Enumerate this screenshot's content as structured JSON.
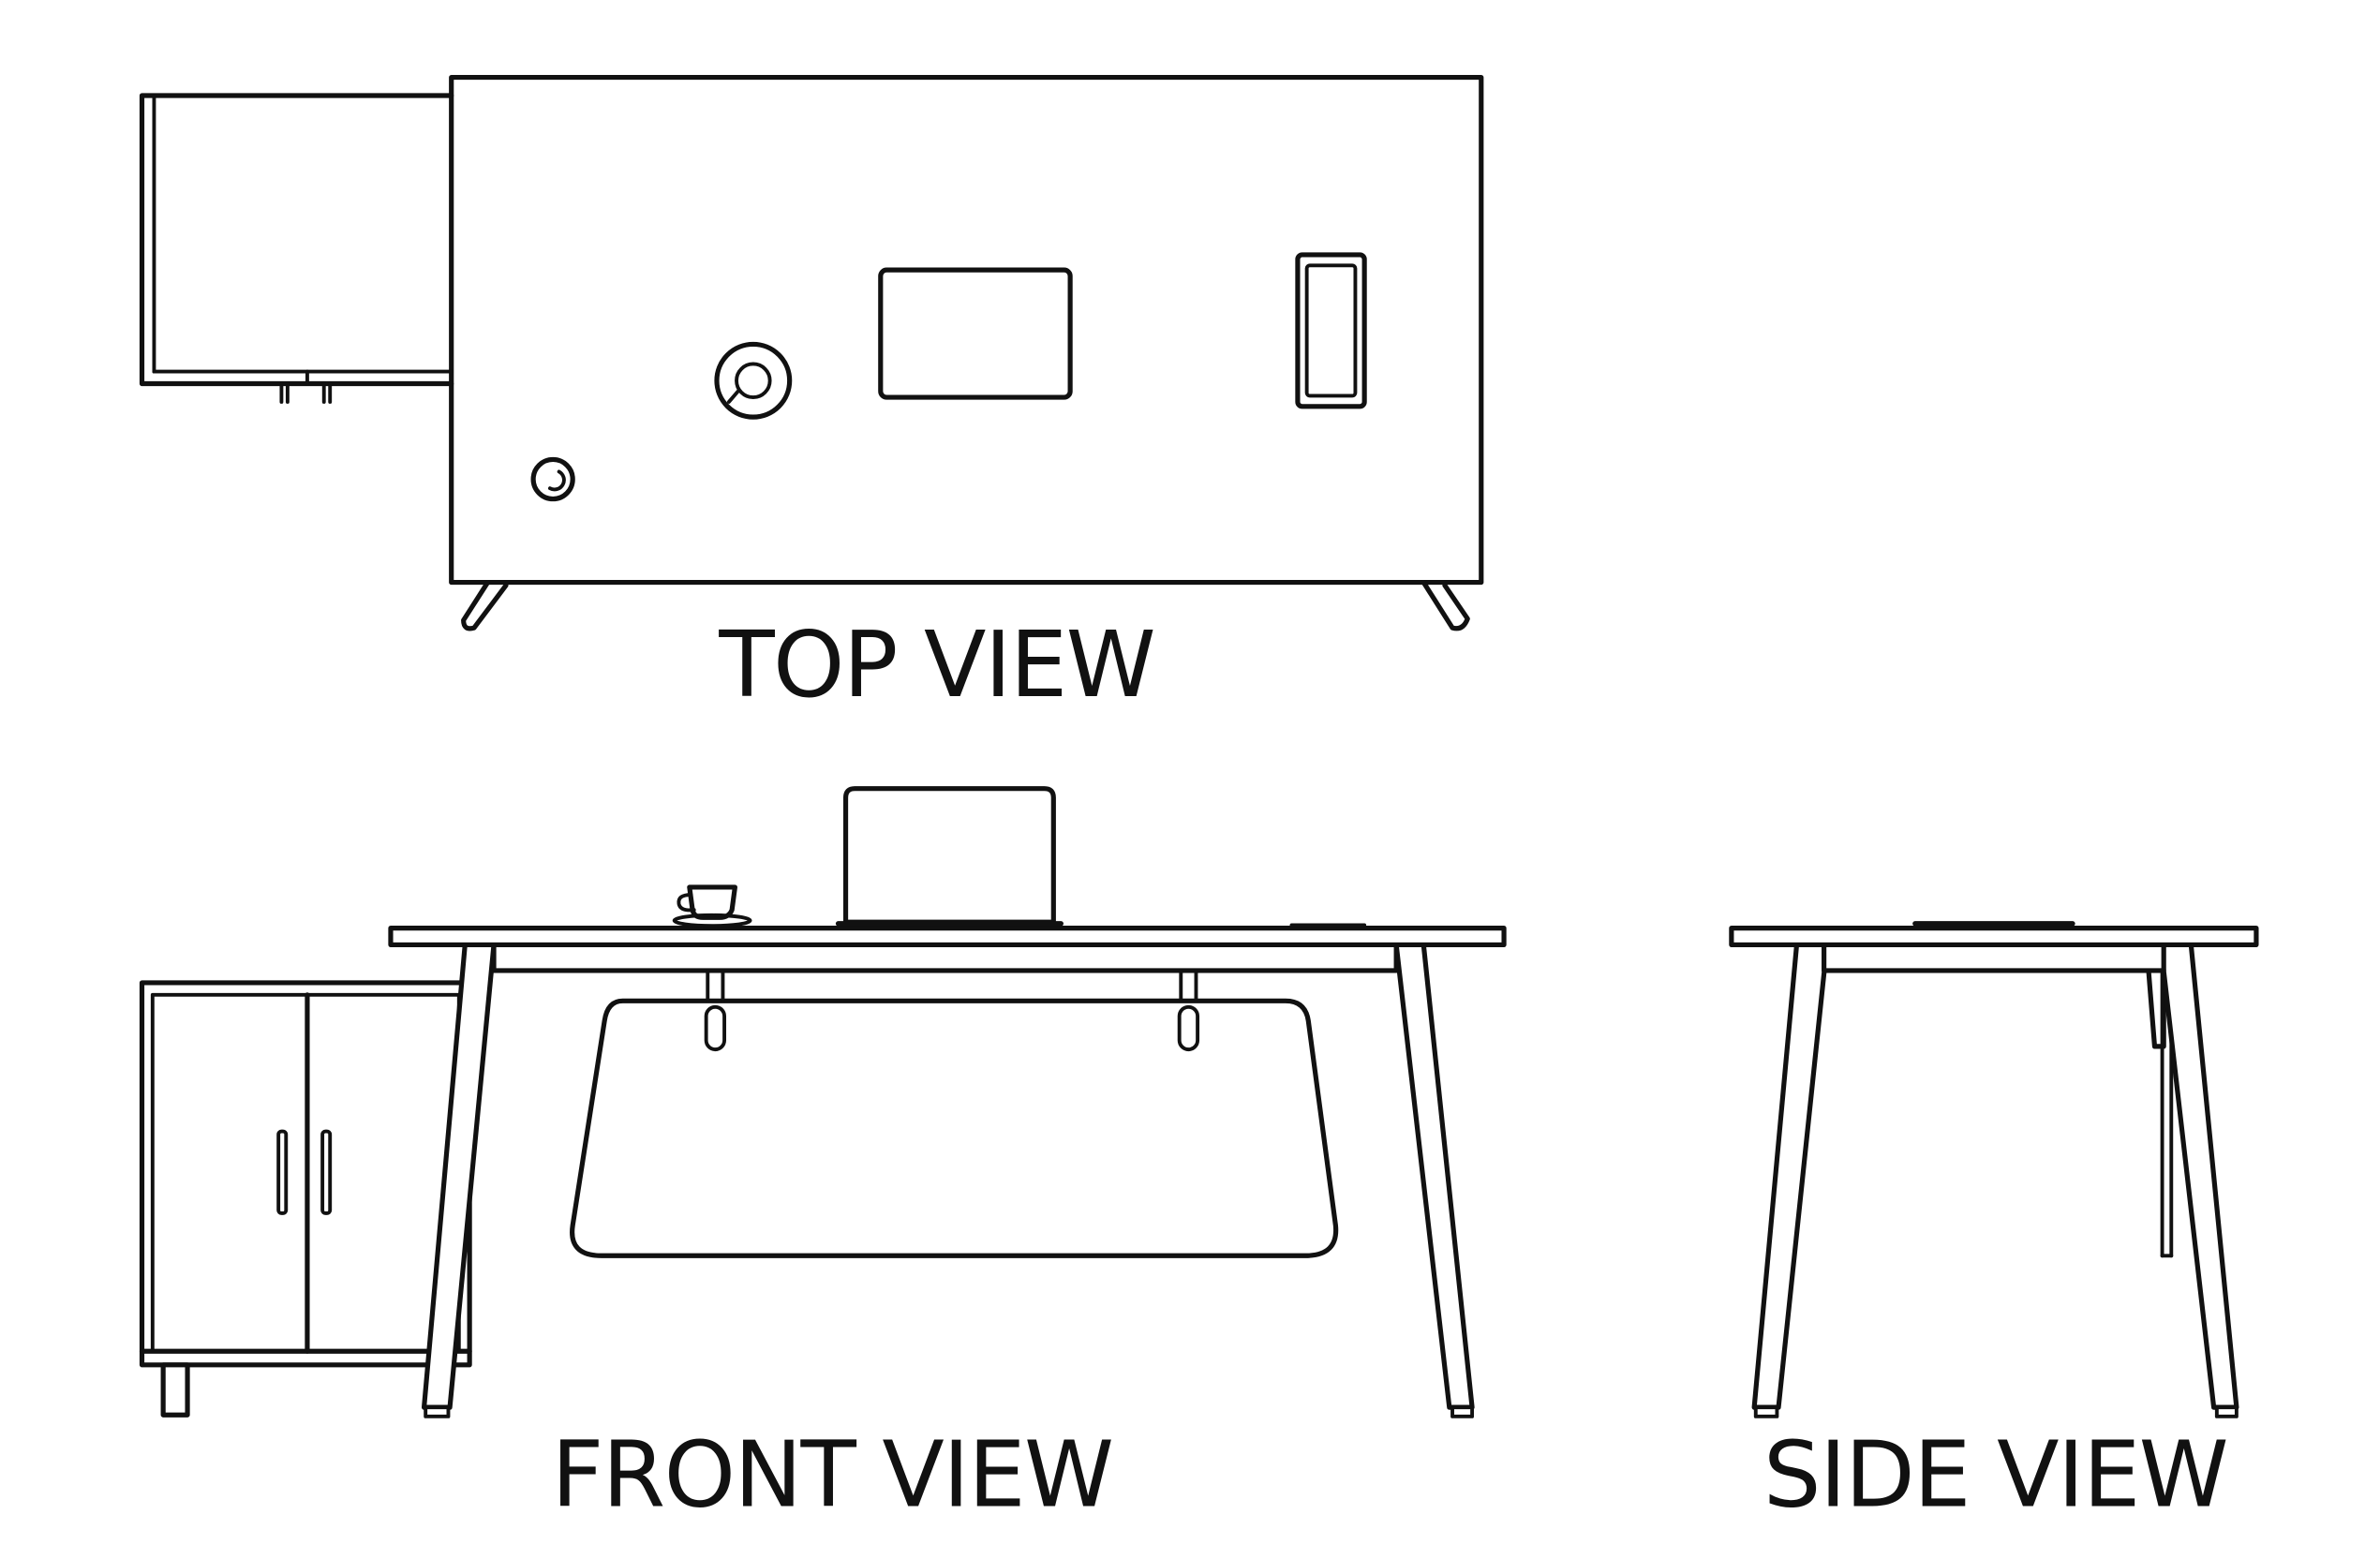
{
  "labels": {
    "top": "TOP VIEW",
    "front": "FRONT VIEW",
    "side": "SIDE VIEW"
  },
  "colors": {
    "background": "#ffffff",
    "line": "#111111"
  }
}
